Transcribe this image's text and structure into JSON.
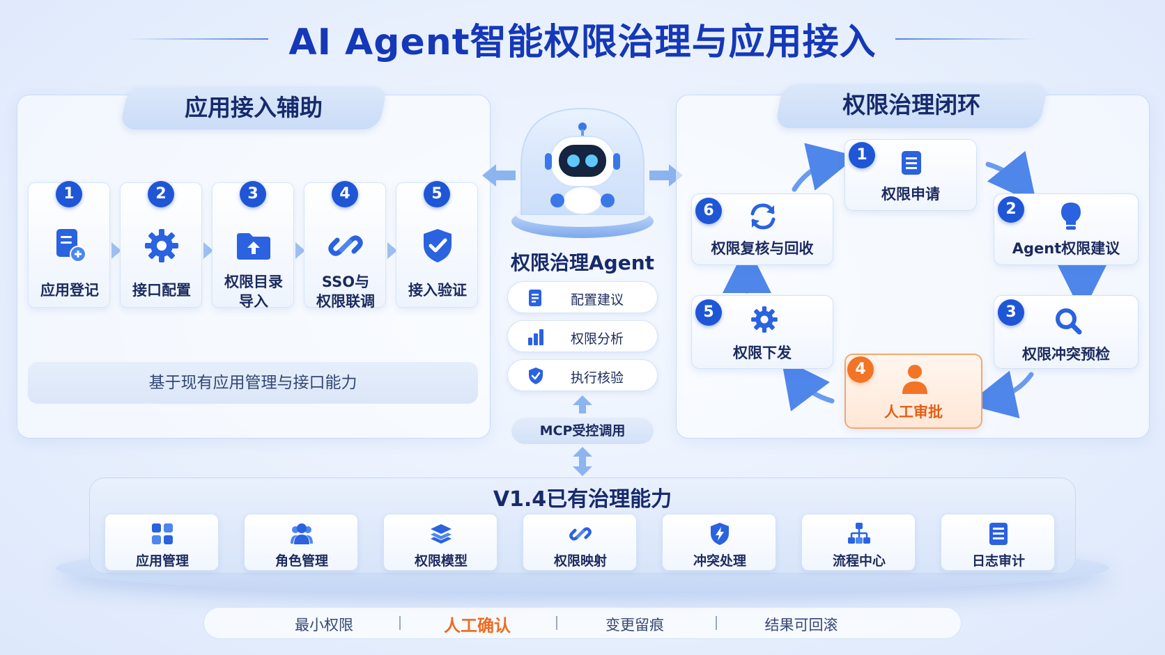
{
  "title": "AI Agent智能权限治理与应用接入",
  "colors": {
    "primary": "#1f56d6",
    "accent": "#f27427",
    "title": "#1538b8"
  },
  "left_panel": {
    "title": "应用接入辅助",
    "steps": [
      {
        "num": "1",
        "label": "应用登记",
        "icon": "document-add-icon"
      },
      {
        "num": "2",
        "label": "接口配置",
        "icon": "gear-icon"
      },
      {
        "num": "3",
        "label_line1": "权限目录",
        "label_line2": "导入",
        "icon": "folder-upload-icon"
      },
      {
        "num": "4",
        "label_line1": "SSO与",
        "label_line2": "权限联调",
        "icon": "link-icon"
      },
      {
        "num": "5",
        "label": "接入验证",
        "icon": "shield-check-icon"
      }
    ],
    "basis": "基于现有应用管理与接口能力"
  },
  "agent": {
    "title": "权限治理Agent",
    "functions": [
      {
        "label": "配置建议",
        "icon": "document-icon"
      },
      {
        "label": "权限分析",
        "icon": "bar-chart-icon"
      },
      {
        "label": "执行核验",
        "icon": "shield-check-icon"
      }
    ],
    "mcp": "MCP受控调用"
  },
  "right_panel": {
    "title": "权限治理闭环",
    "steps": [
      {
        "num": "1",
        "label": "权限申请",
        "icon": "document-icon"
      },
      {
        "num": "2",
        "label": "Agent权限建议",
        "icon": "lightbulb-icon"
      },
      {
        "num": "3",
        "label": "权限冲突预检",
        "icon": "magnifier-icon"
      },
      {
        "num": "4",
        "label": "人工审批",
        "icon": "person-icon",
        "highlight": true
      },
      {
        "num": "5",
        "label": "权限下发",
        "icon": "gear-icon"
      },
      {
        "num": "6",
        "label": "权限复核与回收",
        "icon": "refresh-icon"
      }
    ]
  },
  "platform": {
    "title": "V1.4已有治理能力",
    "items": [
      {
        "label": "应用管理",
        "icon": "grid-icon"
      },
      {
        "label": "角色管理",
        "icon": "users-icon"
      },
      {
        "label": "权限模型",
        "icon": "layers-icon"
      },
      {
        "label": "权限映射",
        "icon": "link-icon"
      },
      {
        "label": "冲突处理",
        "icon": "shield-bolt-icon"
      },
      {
        "label": "流程中心",
        "icon": "org-chart-icon"
      },
      {
        "label": "日志审计",
        "icon": "log-icon"
      }
    ]
  },
  "principles": [
    {
      "label": "最小权限"
    },
    {
      "label": "人工确认",
      "highlight": true
    },
    {
      "label": "变更留痕"
    },
    {
      "label": "结果可回滚"
    }
  ]
}
